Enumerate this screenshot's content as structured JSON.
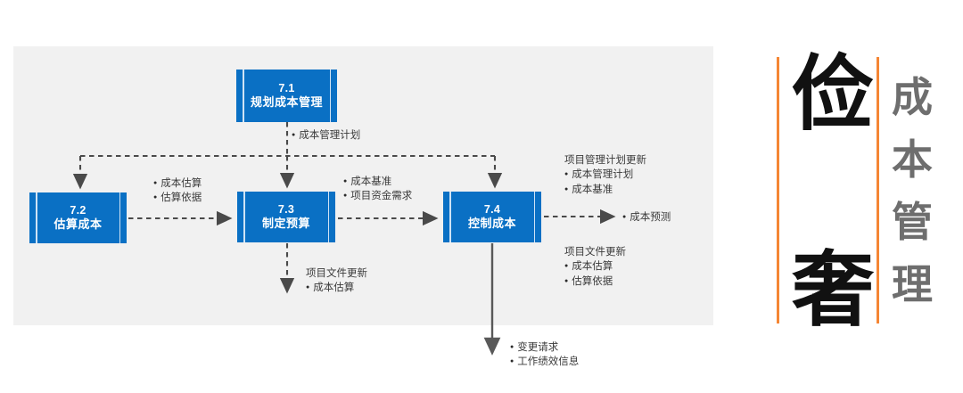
{
  "poster": {
    "big_chars": [
      "俭",
      "奢"
    ],
    "side_title_chars": [
      "成",
      "本",
      "管",
      "理"
    ],
    "rule_color": "#f58634",
    "big_char_color": "#111111",
    "side_title_color": "#6e6e6e"
  },
  "diagram": {
    "canvas_color": "#f1f1f1",
    "box_color": "#0a70c4",
    "boxes": [
      {
        "id": "7.1",
        "number": "7.1",
        "name": "规划成本管理"
      },
      {
        "id": "7.2",
        "number": "7.2",
        "name": "估算成本"
      },
      {
        "id": "7.3",
        "number": "7.3",
        "name": "制定预算"
      },
      {
        "id": "7.4",
        "number": "7.4",
        "name": "控制成本"
      }
    ],
    "annotations": {
      "cost_mgmt_plan": {
        "bullets": [
          "成本管理计划"
        ]
      },
      "estimate_outputs": {
        "bullets": [
          "成本估算",
          "估算依据"
        ]
      },
      "budget_outputs": {
        "bullets": [
          "成本基准",
          "项目资金需求"
        ]
      },
      "pm_plan_updates": {
        "header": "项目管理计划更新",
        "bullets": [
          "成本管理计划",
          "成本基准"
        ]
      },
      "forecast": {
        "bullets": [
          "成本预测"
        ]
      },
      "doc_updates_right": {
        "header": "项目文件更新",
        "bullets": [
          "成本估算",
          "估算依据"
        ]
      },
      "doc_updates_bottom": {
        "header": "项目文件更新",
        "bullets": [
          "成本估算"
        ]
      },
      "change_requests": {
        "bullets": [
          "变更请求",
          "工作绩效信息"
        ]
      }
    }
  }
}
